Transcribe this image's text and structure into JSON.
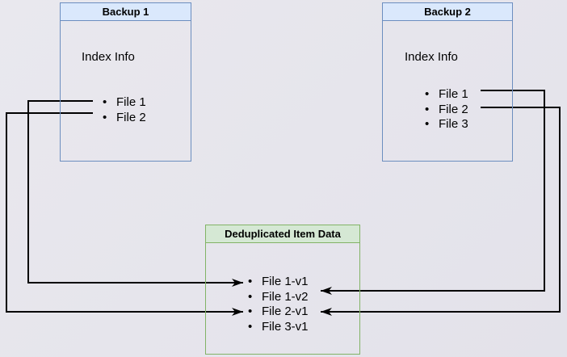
{
  "diagram": {
    "background": "#e6e5ec",
    "arrow_color": "#000000",
    "boxes": {
      "backup1": {
        "title": "Backup 1",
        "subtitle": "Index Info",
        "items": [
          "File 1",
          "File 2"
        ],
        "header_fill": "#dae8fc",
        "border": "#6c8ebf"
      },
      "backup2": {
        "title": "Backup 2",
        "subtitle": "Index Info",
        "items": [
          "File 1",
          "File 2",
          "File 3"
        ],
        "header_fill": "#dae8fc",
        "border": "#6c8ebf"
      },
      "dedup": {
        "title": "Deduplicated Item Data",
        "items": [
          "File 1-v1",
          "File 1-v2",
          "File 2-v1",
          "File 3-v1"
        ],
        "header_fill": "#d5e8d4",
        "border": "#82b366"
      }
    },
    "connections": [
      {
        "from": "Backup 1 / File 1",
        "to": "File 1-v1"
      },
      {
        "from": "Backup 1 / File 2",
        "to": "File 2-v1"
      },
      {
        "from": "Backup 2 / File 1",
        "to": "File 1-v2"
      },
      {
        "from": "Backup 2 / File 2",
        "to": "File 2-v1"
      }
    ]
  }
}
